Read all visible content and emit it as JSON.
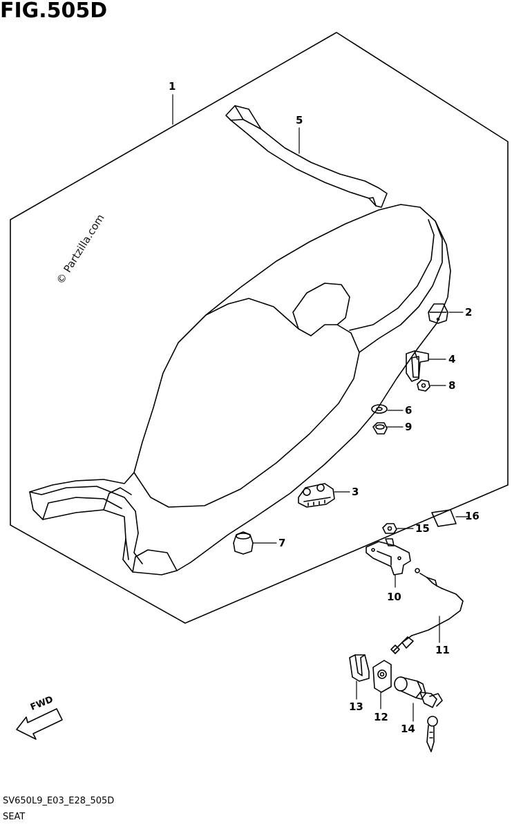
{
  "figure": {
    "title": "FIG.505D"
  },
  "watermark": "© Partzilla.com",
  "direction_label": "FWD",
  "callouts": [
    {
      "id": "1",
      "text": "1"
    },
    {
      "id": "2",
      "text": "2"
    },
    {
      "id": "3",
      "text": "3"
    },
    {
      "id": "4",
      "text": "4"
    },
    {
      "id": "5",
      "text": "5"
    },
    {
      "id": "6",
      "text": "6"
    },
    {
      "id": "7",
      "text": "7"
    },
    {
      "id": "8",
      "text": "8"
    },
    {
      "id": "9",
      "text": "9"
    },
    {
      "id": "10",
      "text": "10"
    },
    {
      "id": "11",
      "text": "11"
    },
    {
      "id": "12",
      "text": "12"
    },
    {
      "id": "13",
      "text": "13"
    },
    {
      "id": "14",
      "text": "14"
    },
    {
      "id": "15",
      "text": "15"
    },
    {
      "id": "16",
      "text": "16"
    }
  ],
  "footer": {
    "code": "SV650L9_E03_E28_505D",
    "name": "SEAT"
  }
}
